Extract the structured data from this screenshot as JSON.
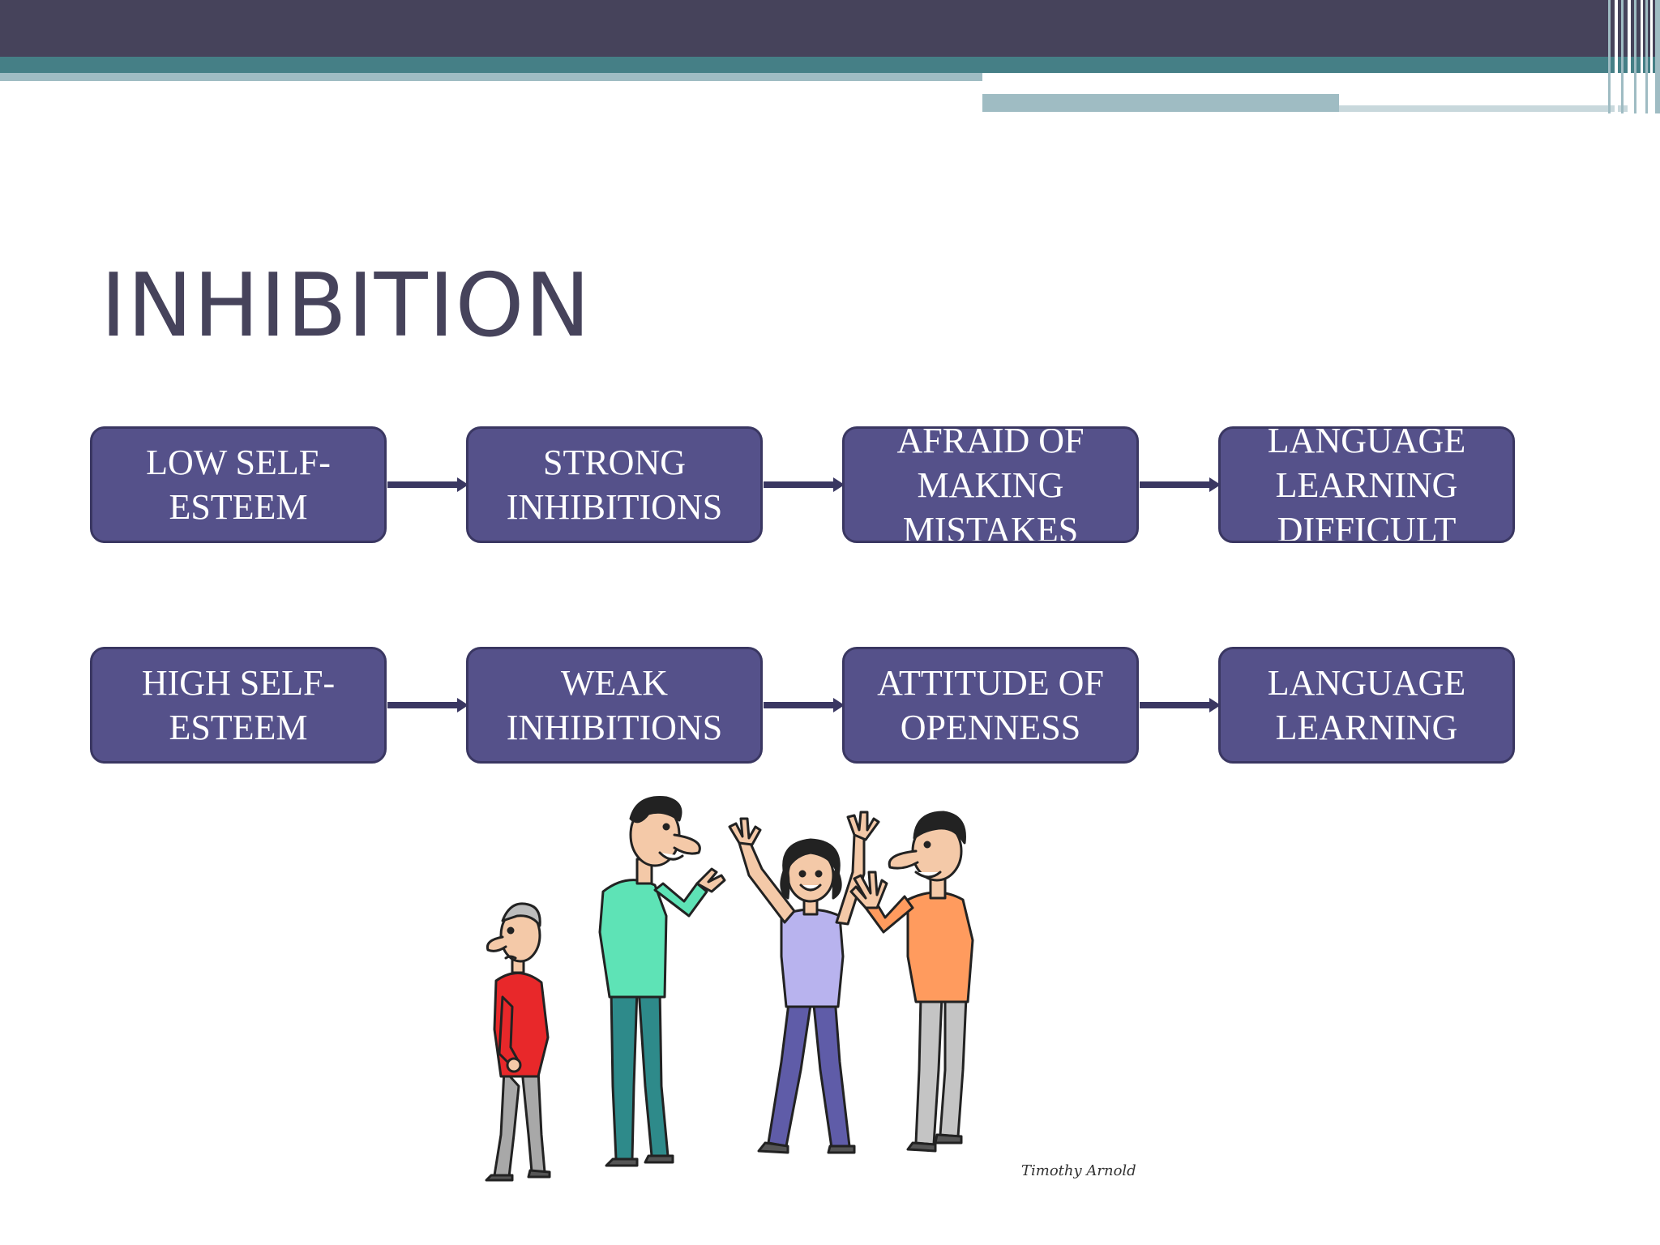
{
  "slide": {
    "title": "INHIBITION"
  },
  "colors": {
    "header_band": "#46435b",
    "teal_stripe": "#457f86",
    "light_stripe": "#9fbcc3",
    "box_fill": "#55518a",
    "box_border": "#3a3762",
    "title_text": "#46435b"
  },
  "flows": [
    {
      "boxes": [
        {
          "label": "LOW SELF-\nESTEEM"
        },
        {
          "label": "STRONG\nINHIBITIONS"
        },
        {
          "label": "AFRAID OF\nMAKING\nMISTAKES"
        },
        {
          "label": "LANGUAGE\nLEARNING\nDIFFICULT"
        }
      ]
    },
    {
      "boxes": [
        {
          "label": "HIGH SELF-\nESTEEM"
        },
        {
          "label": "WEAK\nINHIBITIONS"
        },
        {
          "label": "ATTITUDE OF\nOPENNESS"
        },
        {
          "label": "LANGUAGE\nLEARNING"
        }
      ]
    }
  ],
  "illustration": {
    "signature": "Timothy Arnold"
  }
}
